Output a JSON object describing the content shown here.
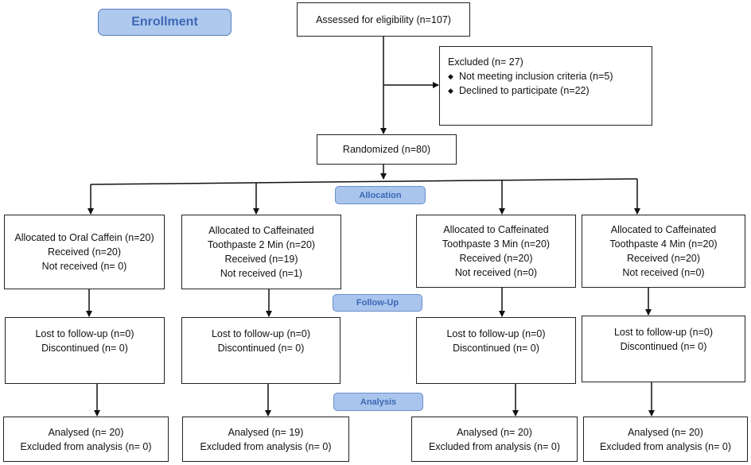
{
  "stages": {
    "enrollment": "Enrollment",
    "allocation": "Allocation",
    "followup": "Follow-Up",
    "analysis": "Analysis"
  },
  "assessed": "Assessed for eligibility (n=107)",
  "excluded": {
    "title": "Excluded  (n= 27)",
    "items": [
      "Not meeting inclusion criteria (n=5)",
      "Declined to participate (n=22)"
    ]
  },
  "randomized": "Randomized (n=80)",
  "arms": [
    {
      "allocation": [
        "Allocated to Oral Caffein (n=20)",
        "Received (n=20)",
        "Not received (n= 0)"
      ],
      "followup": [
        "Lost to follow-up (n=0)",
        "Discontinued (n= 0)"
      ],
      "analysis": [
        "Analysed (n= 20)",
        "Excluded from analysis (n= 0)"
      ]
    },
    {
      "allocation": [
        "Allocated to Caffeinated",
        "Toothpaste 2 Min (n=20)",
        "Received (n=19)",
        "Not received (n=1)"
      ],
      "followup": [
        "Lost to follow-up (n=0)",
        "Discontinued (n= 0)"
      ],
      "analysis": [
        "Analysed (n= 19)",
        "Excluded from analysis (n= 0)"
      ]
    },
    {
      "allocation": [
        "Allocated to Caffeinated",
        "Toothpaste 3 Min (n=20)",
        "Received (n=20)",
        "Not received (n=0)"
      ],
      "followup": [
        "Lost to follow-up (n=0)",
        "Discontinued (n= 0)"
      ],
      "analysis": [
        "Analysed (n= 20)",
        "Excluded from analysis (n= 0)"
      ]
    },
    {
      "allocation": [
        "Allocated to Caffeinated",
        "Toothpaste 4 Min (n=20)",
        "Received (n=20)",
        "Not received (n=0)"
      ],
      "followup": [
        "Lost to follow-up (n=0)",
        "Discontinued (n= 0)"
      ],
      "analysis": [
        "Analysed (n= 20)",
        "Excluded from analysis (n= 0)"
      ]
    }
  ]
}
